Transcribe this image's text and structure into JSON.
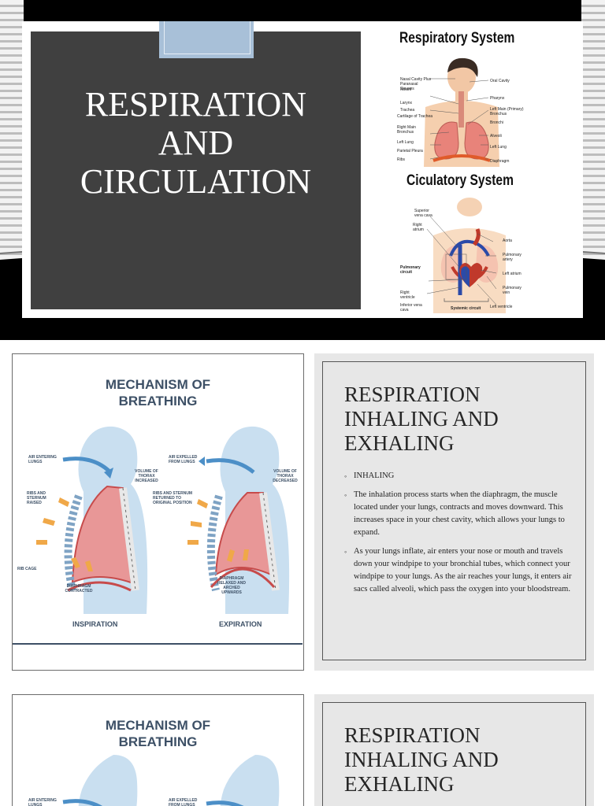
{
  "slide1": {
    "title": "RESPIRATION\nAND\nCIRCULATION",
    "respiratory": {
      "title": "Respiratory System",
      "labels_left": [
        "Nasal Cavity Plus Paranasal Sinuses",
        "Nostril",
        "Larynx",
        "Trachea",
        "Cartilage of Trachea",
        "Right Main Bronchus",
        "Left Lung",
        "Parietal Pleura",
        "Ribs"
      ],
      "labels_right": [
        "Oral Cavity",
        "Pharynx",
        "Left Main (Primary) Bronchus",
        "Bronchi",
        "Alveoli",
        "Left Lung",
        "Diaphragm"
      ]
    },
    "circulatory": {
      "title": "Ciculatory System",
      "labels_left": [
        "Superior vena cava",
        "Right atrium",
        "Pulmonary circuit",
        "Right ventricle",
        "Inferior vena cava"
      ],
      "labels_right": [
        "Aorta",
        "Pulmonary artery",
        "Left atrium",
        "Pulmonary vein",
        "Left ventricle"
      ],
      "bottom_label": "Systemic circuit"
    }
  },
  "mechanism": {
    "title_line1": "MECHANISM OF",
    "title_line2": "BREATHING",
    "left": {
      "air": "AIR ENTERING LUNGS",
      "volume": "VOLUME OF THORAX INCREASED",
      "ribs": "RIBS AND STERNUM RAISED",
      "ribcage": "RIB CAGE",
      "diaphragm": "DIAPHRAGM CONTRACTED",
      "caption": "INSPIRATION"
    },
    "right": {
      "air": "AIR EXPELLED FROM LUNGS",
      "volume": "VOLUME OF THORAX DECREASED",
      "ribs": "RIBS AND STERNUM RETURNED TO ORIGINAL POSITION",
      "diaphragm": "DIAPHRAGM RELAXED AND ARCHED UPWARDS",
      "caption": "EXPIRATION"
    }
  },
  "slide2": {
    "heading": "RESPIRATION\nINHALING AND\nEXHALING",
    "bullets": [
      "INHALING",
      "The inhalation process starts when the diaphragm, the muscle located under your lungs, contracts and moves downward. This increases space in your chest cavity, which allows your lungs to expand.",
      " As your lungs inflate, air enters your nose or mouth and travels down your windpipe to your bronchial tubes, which connect your windpipe to your lungs. As the air reaches your lungs, it enters air sacs called alveoli, which pass the oxygen into your bloodstream."
    ]
  },
  "slide3": {
    "heading": "RESPIRATION\nINHALING AND\nEXHALING"
  },
  "colors": {
    "title_panel": "#404040",
    "accent_tab": "#a8c0d8",
    "mechanism_text": "#3d5066",
    "text_card_bg": "#e7e7e7"
  }
}
